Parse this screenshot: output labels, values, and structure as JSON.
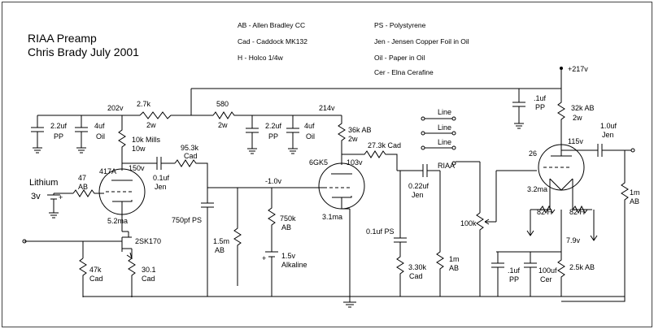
{
  "title": {
    "line1": "RIAA Preamp",
    "line2": "Chris Brady July 2001"
  },
  "legend": [
    "AB - Allen Bradley CC",
    "Cad - Caddock MK132",
    "H - Holco 1/4w",
    "PS - Polystyrene",
    "Jen - Jensen Copper Foil in Oil",
    "Oil - Paper in Oil",
    "Cer - Elna Cerafine"
  ],
  "labels": {
    "v217": "+217v",
    "v202": "202v",
    "v214": "214v",
    "v150": "150v",
    "v103": "103v",
    "v115": "115v",
    "vneg1": "-1.0v",
    "v79": "7.9v",
    "v3": "3v",
    "r27k": "2.7k",
    "r27k_w": "2w",
    "r580": "580",
    "r580_w": "2w",
    "c22a": "2.2uf",
    "c22a_t": "PP",
    "c4a": "4uf",
    "c4a_t": "Oil",
    "c22b": "2.2uf",
    "c22b_t": "PP",
    "c4b": "4uf",
    "c4b_t": "Oil",
    "r10k": "10k Mills",
    "r10k_w": "10w",
    "r953": "95.3k",
    "r953_t": "Cad",
    "c01a": "0.1uf",
    "c01a_t": "Jen",
    "lithium": "Lithium",
    "r47": "47",
    "r47_t": "AB",
    "v417a": "417A",
    "i52": "5.2ma",
    "c750": "750pf PS",
    "j2sk": "2SK170",
    "r15m": "1.5m",
    "r15m_t": "AB",
    "r47k": "47k",
    "r47k_t": "Cad",
    "r301": "30.1",
    "r301_t": "Cad",
    "r750k": "750k",
    "r750k_t": "AB",
    "bat15": "1.5v",
    "bat15_t": "Alkaline",
    "r36k": "36k AB",
    "r36k_w": "2w",
    "v6gk5": "6GK5",
    "i31": "3.1ma",
    "r273": "27.3k Cad",
    "c022": "0.22uf",
    "c022_t": "Jen",
    "c01b": "0.1uf PS",
    "r33k": "3.30k",
    "r33k_t": "Cad",
    "r1ma": "1m",
    "r1ma_t": "AB",
    "riaa": "RIAA",
    "line1": "Line",
    "line2": "Line",
    "line3": "Line",
    "c1pp": ".1uf",
    "c1pp_t": "PP",
    "r32k": "32k AB",
    "r32k_w": "2w",
    "c10": "1.0uf",
    "c10_t": "Jen",
    "v26": "26",
    "i32": "3.2ma",
    "r82a": "82 H",
    "r82b": "82 H",
    "pot100k": "100k",
    "r1mb": "1m",
    "r1mb_t": "AB",
    "c1pp2": ".1uf",
    "c1pp2_t": "PP",
    "c100": "100uf",
    "c100_t": "Cer",
    "r25k": "2.5k AB"
  }
}
